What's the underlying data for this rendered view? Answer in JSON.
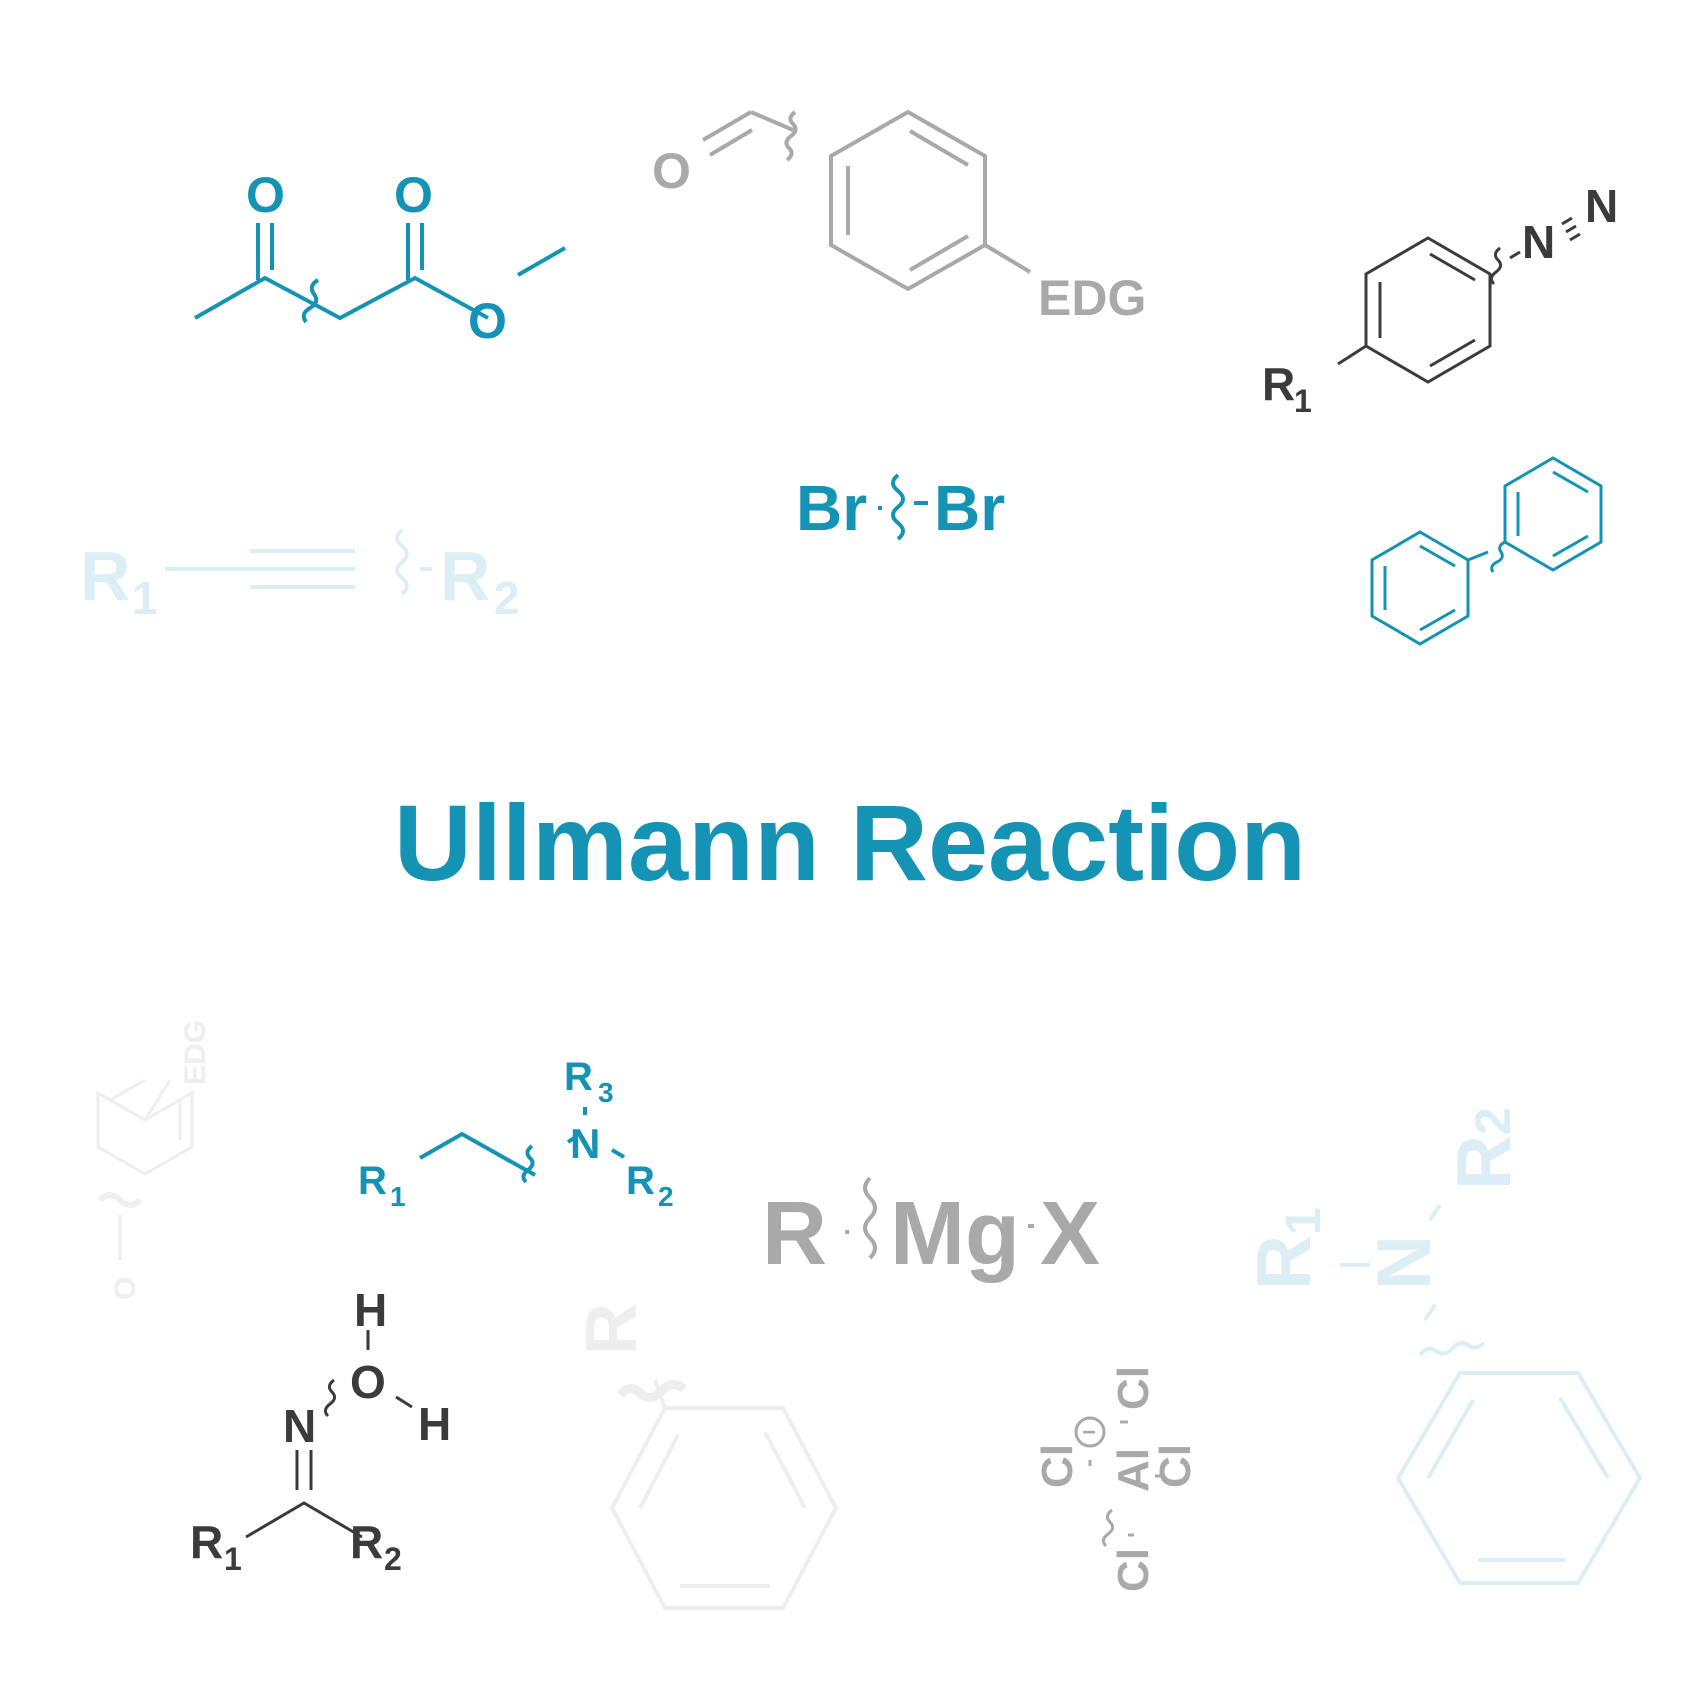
{
  "title": "Ullmann Reaction",
  "colors": {
    "accent": "#1493b5",
    "gray": "#a9a9a9",
    "dark": "#3b3b3b",
    "pale_blue": "#dceef5",
    "pale_gray": "#eeeeee",
    "background": "#ffffff"
  },
  "structures": {
    "ketoester": {
      "o1": "O",
      "o2": "O",
      "o3": "O"
    },
    "aldehyde_edg": {
      "o": "O",
      "edg": "EDG"
    },
    "diazonium": {
      "n1": "N",
      "n2": "N",
      "r": "R",
      "r_sub": "1"
    },
    "alkyne": {
      "r1": "R",
      "r1_sub": "1",
      "r2": "R",
      "r2_sub": "2"
    },
    "bromine": {
      "br1": "Br",
      "br2": "Br"
    },
    "amine": {
      "r1": "R",
      "r1_sub": "1",
      "n": "N",
      "r2": "R",
      "r2_sub": "2",
      "r3": "R",
      "r3_sub": "3"
    },
    "grignard": {
      "r": "R",
      "mg": "Mg",
      "x": "X"
    },
    "oxime_water": {
      "h1": "H",
      "o": "O",
      "h2": "H",
      "n": "N",
      "r1": "R",
      "r1_sub": "1",
      "r2": "R",
      "r2_sub": "2"
    },
    "faded_edg": {
      "edg": "EDG",
      "o": "O"
    },
    "faded_r_benzene": {
      "r": "R"
    },
    "alcl4": {
      "cl1": "Cl",
      "cl2": "Cl",
      "cl3": "Cl",
      "cl4": "Cl",
      "al": "Al",
      "charge": "−"
    },
    "faded_amine": {
      "r1": "R",
      "r1_sub": "1",
      "n": "N",
      "r2": "R",
      "r2_sub": "2"
    }
  }
}
